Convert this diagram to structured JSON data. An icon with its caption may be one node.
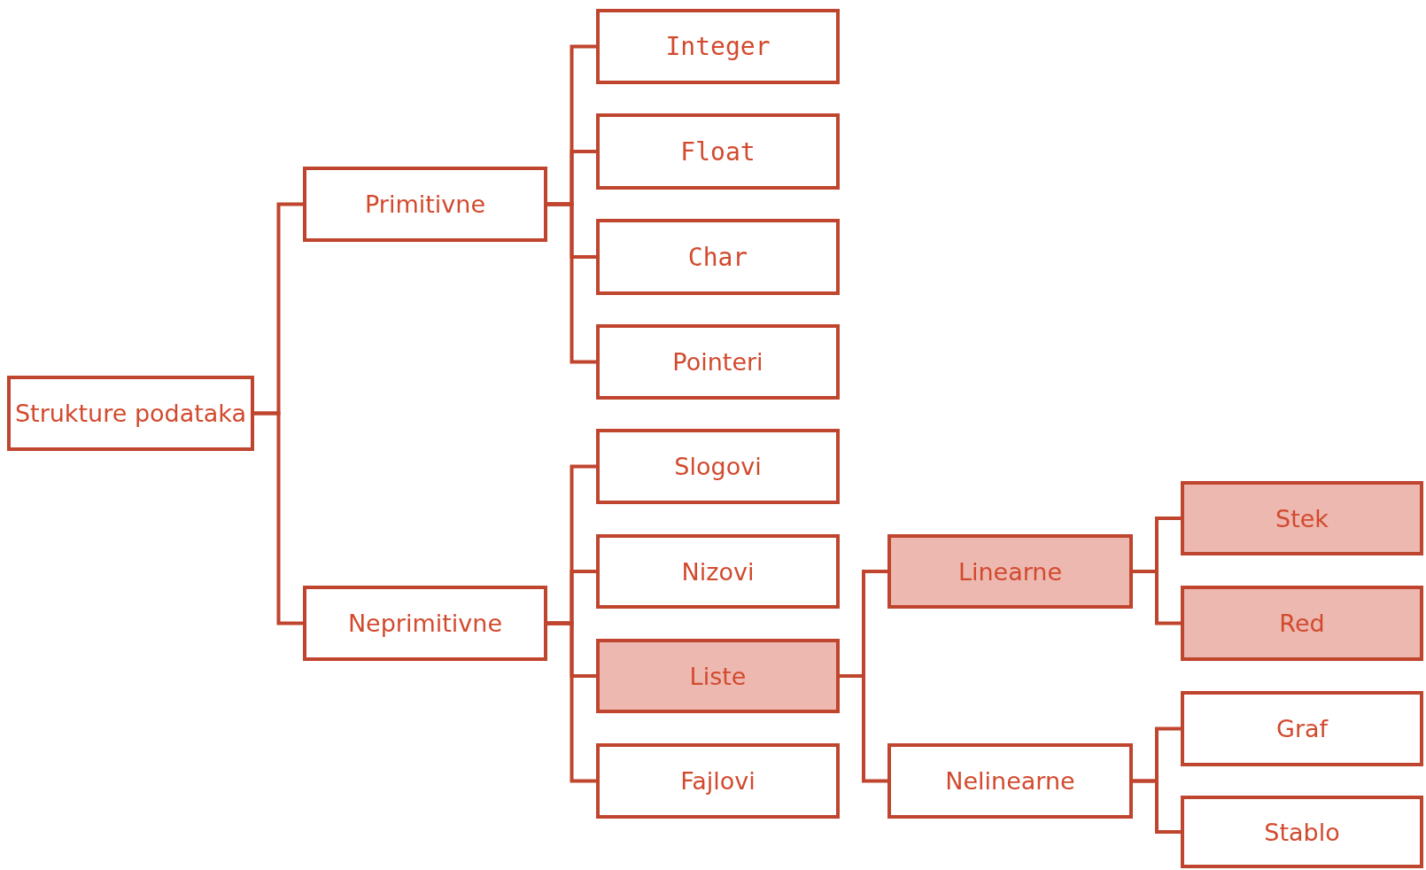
{
  "diagram": {
    "nodes": [
      {
        "text": [
          "Strukture podataka"
        ]
      },
      {
        "text": [
          "Primitivne"
        ]
      },
      {
        "text": [
          "Neprimitivne"
        ]
      },
      {
        "text": [
          "Integer"
        ]
      },
      {
        "text": [
          "Float"
        ]
      },
      {
        "text": [
          "Char"
        ]
      },
      {
        "text": [
          "Pointeri"
        ]
      },
      {
        "text": [
          "Slogovi"
        ]
      },
      {
        "text": [
          "Nizovi"
        ]
      },
      {
        "text": [
          "Liste"
        ]
      },
      {
        "text": [
          "Fajlovi"
        ]
      },
      {
        "text": [
          "Linearne"
        ]
      },
      {
        "text": [
          "Nelinearne"
        ]
      },
      {
        "text": [
          "Stek"
        ]
      },
      {
        "text": [
          "Red"
        ]
      },
      {
        "text": [
          "Graf"
        ]
      },
      {
        "text": [
          "Stablo"
        ]
      }
    ],
    "edges": [
      {
        "from": 0,
        "to": 1,
        "arrow": "none"
      },
      {
        "from": 0,
        "to": 2,
        "arrow": "none"
      },
      {
        "from": 1,
        "to": 3,
        "arrow": "none"
      },
      {
        "from": 1,
        "to": 4,
        "arrow": "none"
      },
      {
        "from": 1,
        "to": 5,
        "arrow": "none"
      },
      {
        "from": 1,
        "to": 6,
        "arrow": "none"
      },
      {
        "from": 2,
        "to": 7,
        "arrow": "none"
      },
      {
        "from": 2,
        "to": 8,
        "arrow": "none"
      },
      {
        "from": 2,
        "to": 9,
        "arrow": "none"
      },
      {
        "from": 2,
        "to": 10,
        "arrow": "none"
      },
      {
        "from": 9,
        "to": 11,
        "arrow": "none"
      },
      {
        "from": 9,
        "to": 12,
        "arrow": "none"
      },
      {
        "from": 11,
        "to": 13,
        "arrow": "none"
      },
      {
        "from": 11,
        "to": 14,
        "arrow": "none"
      },
      {
        "from": 12,
        "to": 15,
        "arrow": "none"
      },
      {
        "from": 12,
        "to": 16,
        "arrow": "none"
      }
    ]
  }
}
